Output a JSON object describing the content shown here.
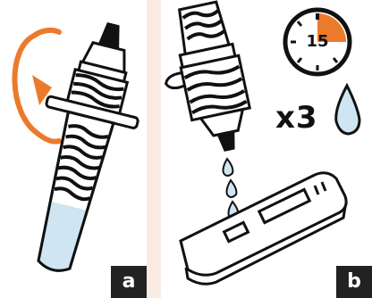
{
  "panel_a": {
    "label": "a",
    "icons": [
      "rotate-arrow-icon",
      "extraction-tube-icon"
    ]
  },
  "panel_b": {
    "label": "b",
    "timer": {
      "value": "15"
    },
    "drops": {
      "count_text": "x3"
    },
    "icons": [
      "timer-icon",
      "drop-icon",
      "dropper-tube-icon",
      "test-cassette-icon"
    ]
  },
  "colors": {
    "accent": "#ec7a2c",
    "liquid": "#cfe6f2",
    "divider": "#f9ebe3",
    "ink": "#111111",
    "badge_bg": "#222222"
  }
}
